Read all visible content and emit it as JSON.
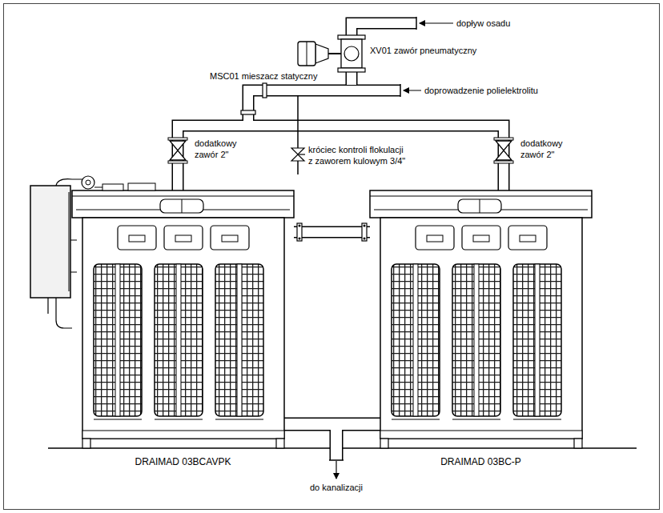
{
  "diagram": {
    "nodes": [
      {
        "text": [
          "DRAIMAD 03BCAVPK"
        ]
      },
      {
        "text": [
          "DRAIMAD 03BC-P"
        ]
      }
    ],
    "edges": [
      {
        "from": 0,
        "to": 1,
        "arrow": "none"
      }
    ],
    "labels": [
      "dopływ osadu",
      "XV01 zawór pneumatyczny",
      "doprowadzenie polielektrolitu",
      "MSC01 mieszacz statyczny",
      "dodatkowy zawór 2\"",
      "króciec kontroli flokulacji z zaworem kulowym 3/4\"",
      "dodatkowy zawór 2\"",
      "do kanalizacji"
    ]
  }
}
